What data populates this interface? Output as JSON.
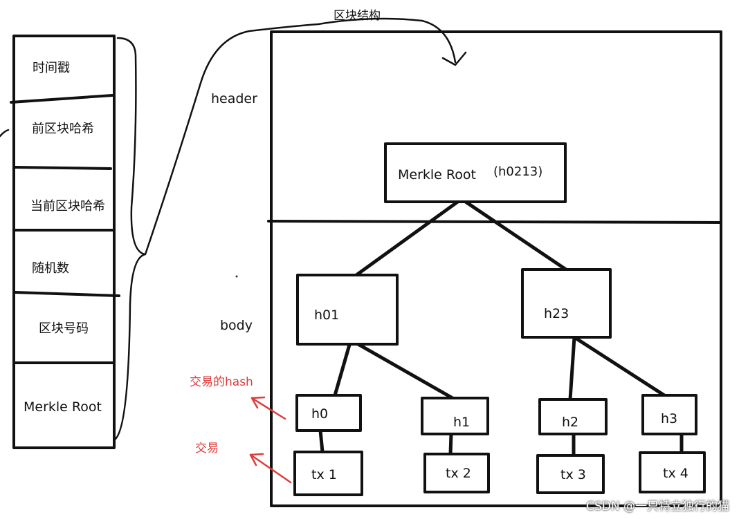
{
  "title": "区块结构",
  "block_fields": [
    "时间戳",
    "前区块哈希",
    "当前区块哈希",
    "随机数",
    "区块号码",
    "Merkle Root"
  ],
  "sections": {
    "header": "header",
    "body": "body"
  },
  "merkle_tree": {
    "root": {
      "label": "Merkle Root",
      "hash": "(h0213)"
    },
    "level1": [
      "h01",
      "h23"
    ],
    "level2": [
      "h0",
      "h1",
      "h2",
      "h3"
    ],
    "transactions": [
      "tx 1",
      "tx 2",
      "tx 3",
      "tx 4"
    ]
  },
  "annotations": {
    "tx_hash": "交易的hash",
    "tx": "交易"
  },
  "annotation_color": "#e03a3a",
  "watermark": "CSDN @一只特立独行的猫"
}
